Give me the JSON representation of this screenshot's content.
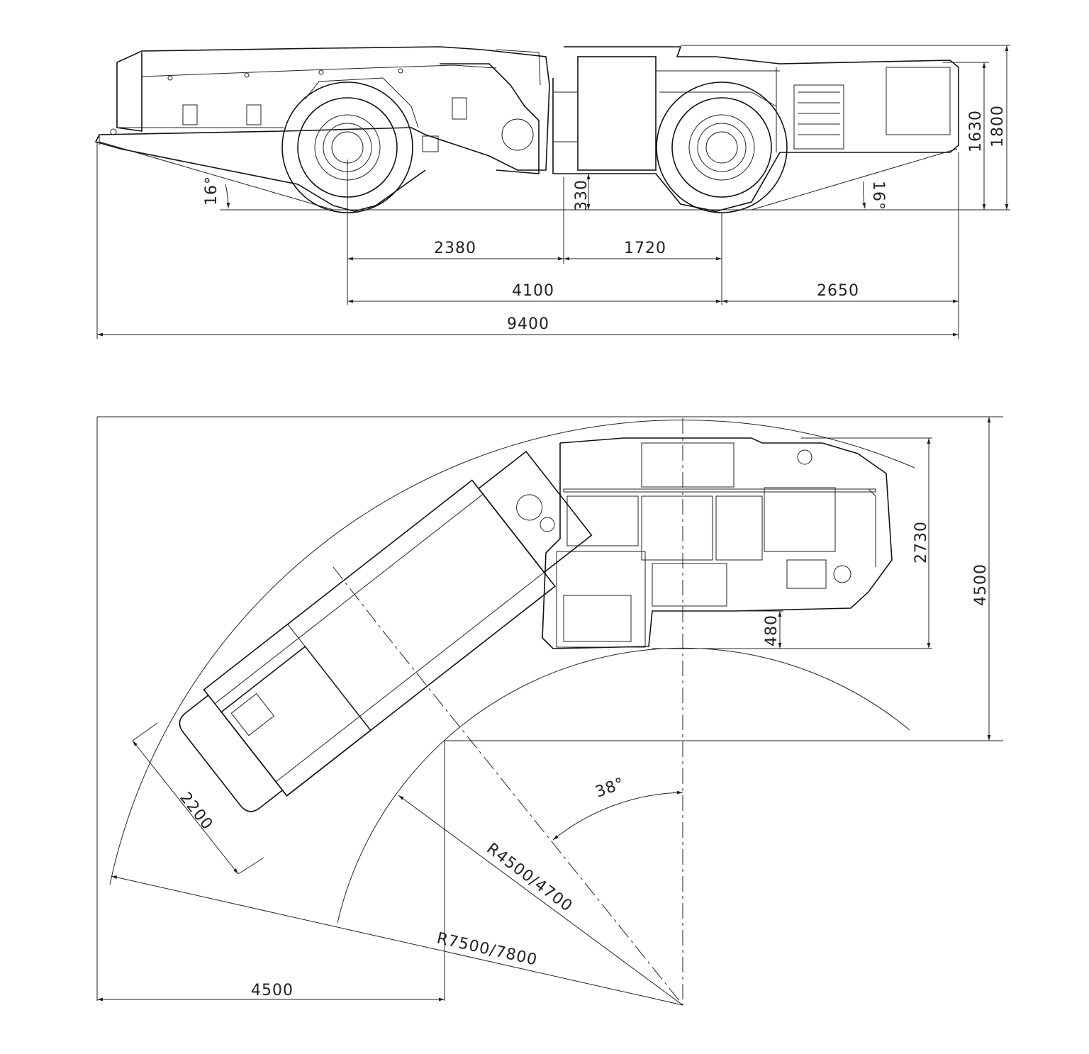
{
  "side_view": {
    "angle_rear": "16°",
    "angle_front": "16°",
    "ground_clearance": "330",
    "dim_2380": "2380",
    "dim_1720": "1720",
    "dim_4100": "4100",
    "dim_2650": "2650",
    "dim_9400": "9400",
    "height_1630": "1630",
    "height_1800": "1800"
  },
  "top_view": {
    "width_2730": "2730",
    "width_4500_right": "4500",
    "offset_480": "480",
    "bucket_2200": "2200",
    "angle_38": "38°",
    "radius_inner": "R4500/4700",
    "radius_outer": "R7500/7800",
    "width_4500_bottom": "4500"
  },
  "colors": {
    "line": "#111111",
    "background": "#ffffff"
  }
}
